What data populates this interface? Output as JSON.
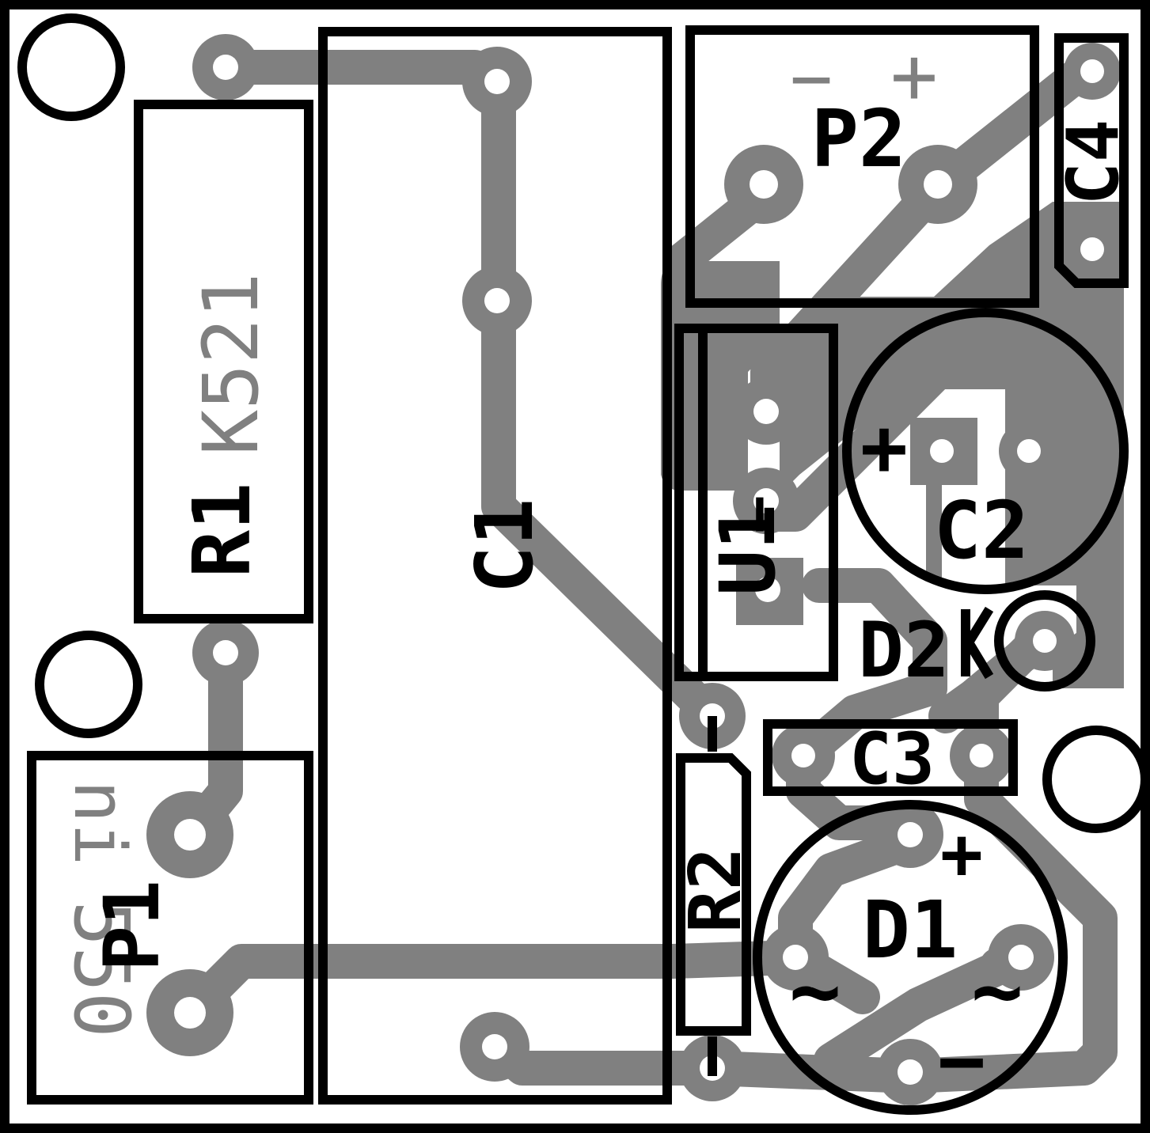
{
  "colors": {
    "background": "#ffffff",
    "copper": "#808080",
    "silkscreen": "#000000",
    "drill": "#ffffff"
  },
  "components": {
    "r1": "R1",
    "c1": "C1",
    "p1": "P1",
    "p2": "P2",
    "c4": "C4",
    "u1": "U1",
    "c2": "C2",
    "d2": "D2",
    "c3": "C3",
    "r2": "R2",
    "d1": "D1"
  },
  "markings": {
    "plus": "+",
    "minus": "−",
    "ac": "~"
  },
  "copper_text": {
    "board_id": "K521",
    "ni": "ni",
    "num": "550"
  }
}
